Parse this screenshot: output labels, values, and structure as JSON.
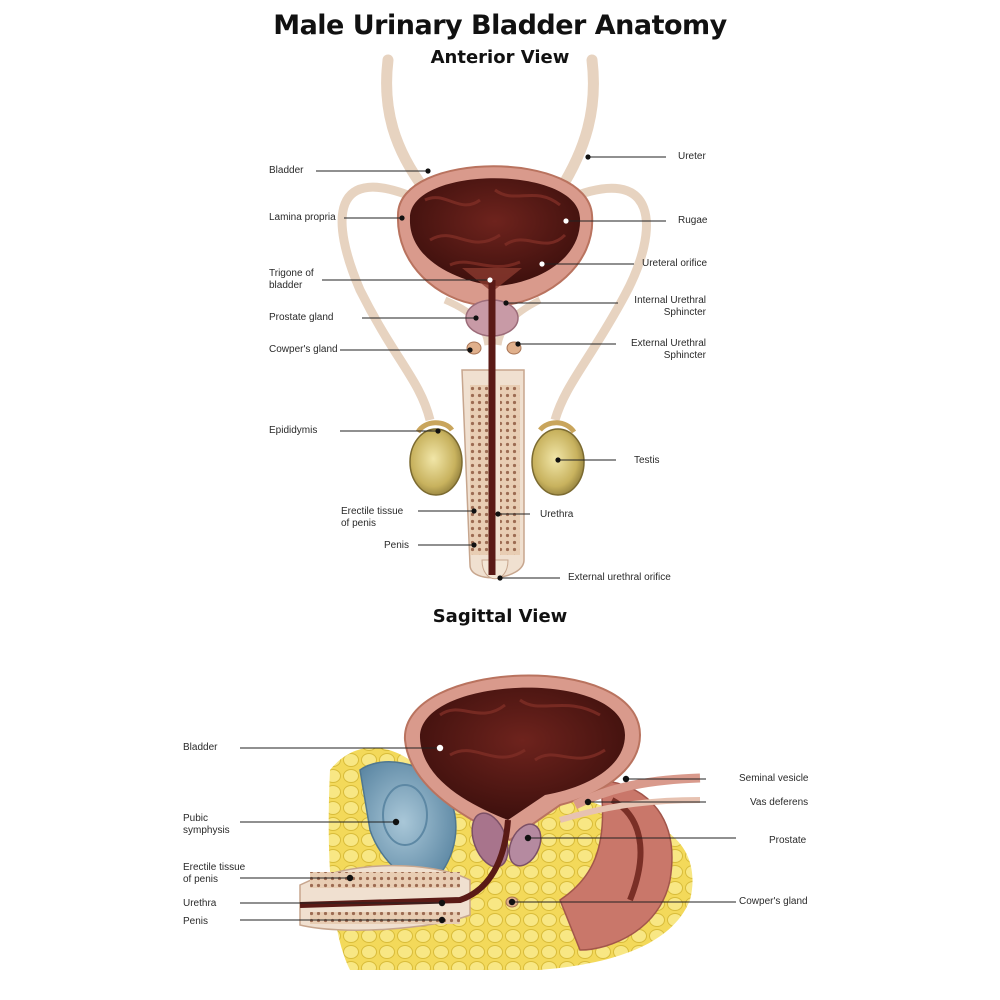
{
  "title": "Male Urinary Bladder Anatomy",
  "anterior": {
    "heading": "Anterior View",
    "labels_left": [
      "Bladder",
      "Lamina propria",
      "Trigone of\nbladder",
      "Prostate gland",
      "Cowper's gland",
      "Epididymis",
      "Erectile tissue\nof penis",
      "Penis"
    ],
    "labels_right": [
      "Ureter",
      "Rugae",
      "Ureteral orifice",
      "Internal Urethral\nSphincter",
      "External Urethral\nSphincter",
      "Testis",
      "Urethra",
      "External urethral orifice"
    ]
  },
  "sagittal": {
    "heading": "Sagittal View",
    "labels_left": [
      "Bladder",
      "Pubic\nsymphysis",
      "Erectile tissue\nof penis",
      "Urethra",
      "Penis"
    ],
    "labels_right": [
      "Seminal vesicle",
      "Vas deferens",
      "Prostate",
      "Cowper's gland"
    ]
  },
  "colors": {
    "lumen": "#5a1a16",
    "wall": "#d99a8c",
    "ureter": "#e6d2bf",
    "testis": "#cdbb6a",
    "fat": "#f2d95c",
    "pubic_symphysis": "#7fa6bf"
  }
}
